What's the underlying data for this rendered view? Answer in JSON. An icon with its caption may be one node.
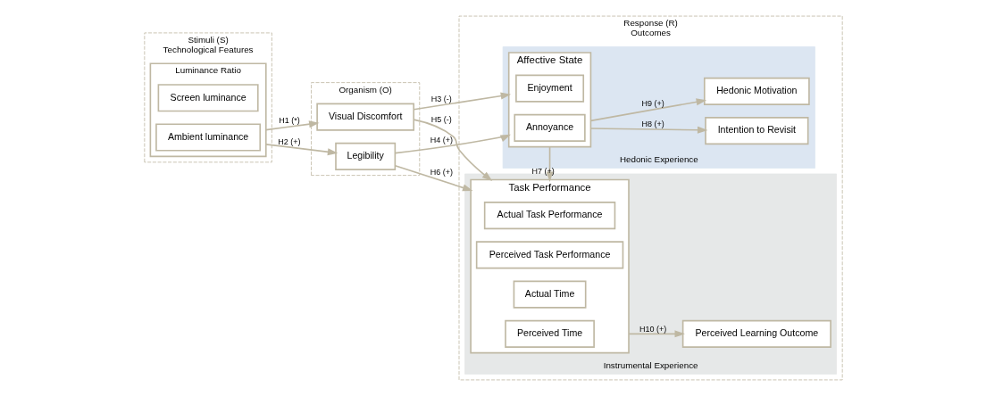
{
  "diagram": {
    "nodes": [
      {
        "text": [
          "Stimuli (S)",
          "Technological Features"
        ]
      },
      {
        "text": [
          "Luminance Ratio"
        ],
        "in": 0
      },
      {
        "text": [
          "Screen luminance"
        ],
        "in": 1
      },
      {
        "text": [
          "Ambient luminance"
        ],
        "in": 1
      },
      {
        "text": [
          "Organism (O)"
        ]
      },
      {
        "text": [
          "Visual Discomfort"
        ],
        "in": 4
      },
      {
        "text": [
          "Legibility"
        ],
        "in": 4
      },
      {
        "text": [
          "Response (R)",
          "Outcomes"
        ]
      },
      {
        "text": [
          "Hedonic Experience"
        ],
        "in": 7
      },
      {
        "text": [
          "Affective State"
        ],
        "in": 8
      },
      {
        "text": [
          "Enjoyment"
        ],
        "in": 9
      },
      {
        "text": [
          "Annoyance"
        ],
        "in": 9
      },
      {
        "text": [
          "Intention to Revisit"
        ],
        "in": 8
      },
      {
        "text": [
          "Hedonic Motivation"
        ],
        "in": 8
      },
      {
        "text": [
          "Instrumental Experience"
        ],
        "in": 7
      },
      {
        "text": [
          "Task Performance"
        ],
        "in": 14
      },
      {
        "text": [
          "Actual Task Performance"
        ],
        "in": 15
      },
      {
        "text": [
          "Perceived Task Performance"
        ],
        "in": 15
      },
      {
        "text": [
          "Actual Time"
        ],
        "in": 15
      },
      {
        "text": [
          "Perceived Time"
        ],
        "in": 15
      },
      {
        "text": [
          "Perceived Learning Outcome"
        ],
        "in": 14
      }
    ],
    "edges": [
      {
        "from": 1,
        "to": 5,
        "arrow": "to",
        "label": "H1 (*)"
      },
      {
        "from": 1,
        "to": 6,
        "arrow": "to",
        "label": "H2 (+)"
      },
      {
        "from": 5,
        "to": 9,
        "arrow": "to",
        "label": "H3 (-)"
      },
      {
        "from": 6,
        "to": 9,
        "arrow": "to",
        "label": "H4 (+)"
      },
      {
        "from": 5,
        "to": 15,
        "arrow": "to",
        "label": "H5 (-)"
      },
      {
        "from": 6,
        "to": 15,
        "arrow": "to",
        "label": "H6 (+)"
      },
      {
        "from": 9,
        "to": 15,
        "arrow": "to",
        "label": "H7 (+)"
      },
      {
        "from": 9,
        "to": 12,
        "arrow": "to",
        "label": "H8 (+)"
      },
      {
        "from": 9,
        "to": 13,
        "arrow": "to",
        "label": "H9 (+)"
      },
      {
        "from": 15,
        "to": 20,
        "arrow": "to",
        "label": "H10 (+)"
      }
    ]
  }
}
